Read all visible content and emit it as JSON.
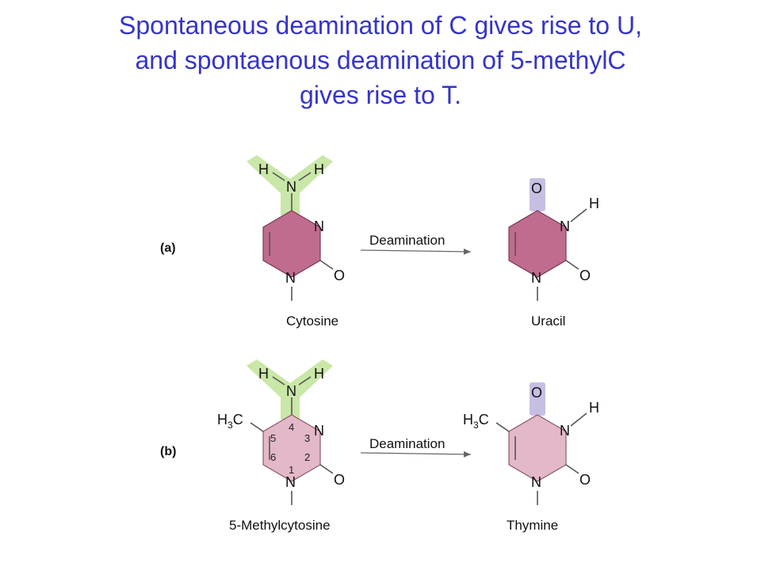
{
  "title": {
    "line1": "Spontaneous deamination of C gives rise to U,",
    "line2": "and spontaenous deamination of 5-methylC",
    "line3": "gives rise to T."
  },
  "colors": {
    "title": "#3535c8",
    "amino_highlight": "#c9e7a7",
    "carbonyl_highlight": "#c7bfe3",
    "ring_dark": "#bf6c8e",
    "ring_light": "#e3b8c8"
  },
  "panel_a": {
    "label": "(a)",
    "arrow_label": "Deamination",
    "reactant": {
      "name": "Cytosine",
      "atoms": {
        "h1": "H",
        "h2": "H",
        "n_amino": "N",
        "n3": "N",
        "n1": "N",
        "o2": "O"
      }
    },
    "product": {
      "name": "Uracil",
      "atoms": {
        "o4": "O",
        "h3": "H",
        "n3": "N",
        "n1": "N",
        "o2": "O"
      }
    }
  },
  "panel_b": {
    "label": "(b)",
    "arrow_label": "Deamination",
    "reactant": {
      "name": "5-Methylcytosine",
      "methyl": {
        "main": "H",
        "sub": "3",
        "tail": "C"
      },
      "atoms": {
        "h1": "H",
        "h2": "H",
        "n_amino": "N",
        "n3": "N",
        "n1": "N",
        "o2": "O"
      },
      "ring_numbers": {
        "n1": "1",
        "n2": "2",
        "n3": "3",
        "n4": "4",
        "n5": "5",
        "n6": "6"
      }
    },
    "product": {
      "name": "Thymine",
      "methyl": {
        "main": "H",
        "sub": "3",
        "tail": "C"
      },
      "atoms": {
        "o4": "O",
        "h3": "H",
        "n3": "N",
        "n1": "N",
        "o2": "O"
      }
    }
  }
}
